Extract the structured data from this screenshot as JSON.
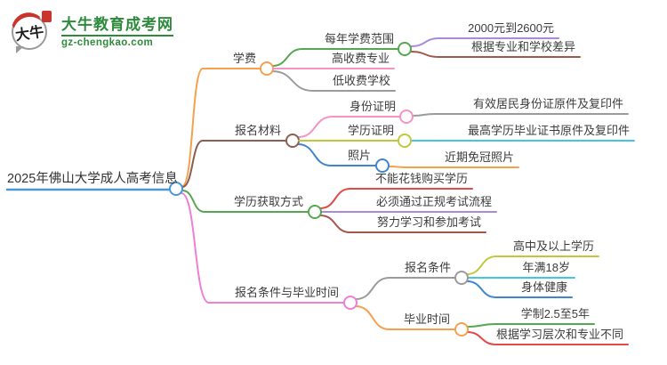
{
  "logo": {
    "icon_text": "大牛",
    "title": "大牛教育成考网",
    "subtitle": "gz-chengkao.com"
  },
  "colors": {
    "logo_green": "#2E8B3C",
    "logo_red": "#C9342B",
    "bubble_gray": "#9A9A9A",
    "blue": "#4B96D6",
    "orange": "#F5A04F",
    "green": "#55A84F",
    "brown": "#8B5F52",
    "dark_red": "#A3564B",
    "pink_light": "#F792C6",
    "pink_bright": "#EE7FD8",
    "gray": "#9B9B9B",
    "purple": "#A98BD8",
    "olive": "#BFC83A",
    "cyan": "#45C5E5",
    "child_blue": "#3F86CE",
    "red": "#E04B48"
  },
  "mindmap": {
    "root": {
      "id": "root",
      "label": "2025年佛山大学成人高考信息",
      "color_key": "blue"
    },
    "nodes": [
      {
        "id": "xuefei",
        "label": "学费",
        "color_key": "orange"
      },
      {
        "id": "fanwei",
        "label": "每年学费范围",
        "color_key": "green"
      },
      {
        "id": "price",
        "label": "2000元到2600元",
        "color_key": "purple"
      },
      {
        "id": "chayi",
        "label": "根据专业和学校差异",
        "color_key": "dark_red"
      },
      {
        "id": "gaoshoufei",
        "label": "高收费专业",
        "color_key": "pink_light"
      },
      {
        "id": "dishoufei",
        "label": "低收费学校",
        "color_key": "gray"
      },
      {
        "id": "cailiao",
        "label": "报名材料",
        "color_key": "brown"
      },
      {
        "id": "shenfen",
        "label": "身份证明",
        "color_key": "pink_light"
      },
      {
        "id": "shenfen_detail",
        "label": "有效居民身份证原件及复印件",
        "color_key": "gray"
      },
      {
        "id": "xueli",
        "label": "学历证明",
        "color_key": "olive"
      },
      {
        "id": "xueli_detail",
        "label": "最高学历毕业证书原件及复印件",
        "color_key": "cyan"
      },
      {
        "id": "zhaopian",
        "label": "照片",
        "color_key": "child_blue"
      },
      {
        "id": "zhaopian_detail",
        "label": "近期免冠照片",
        "color_key": "orange"
      },
      {
        "id": "huoqu",
        "label": "学历获取方式",
        "color_key": "green"
      },
      {
        "id": "bunengmai",
        "label": "不能花钱购买学历",
        "color_key": "red"
      },
      {
        "id": "zhenggui",
        "label": "必须通过正规考试流程",
        "color_key": "purple"
      },
      {
        "id": "nuli",
        "label": "努力学习和参加考试",
        "color_key": "dark_red"
      },
      {
        "id": "tiaojian_biye",
        "label": "报名条件与毕业时间",
        "color_key": "pink_bright"
      },
      {
        "id": "tiaojian",
        "label": "报名条件",
        "color_key": "gray"
      },
      {
        "id": "gaozhong",
        "label": "高中及以上学历",
        "color_key": "olive"
      },
      {
        "id": "nianman",
        "label": "年满18岁",
        "color_key": "cyan"
      },
      {
        "id": "jiankang",
        "label": "身体健康",
        "color_key": "child_blue"
      },
      {
        "id": "biye",
        "label": "毕业时间",
        "color_key": "orange"
      },
      {
        "id": "xuezhi",
        "label": "学制2.5至5年",
        "color_key": "green"
      },
      {
        "id": "genju",
        "label": "根据学习层次和专业不同",
        "color_key": "red"
      }
    ]
  }
}
